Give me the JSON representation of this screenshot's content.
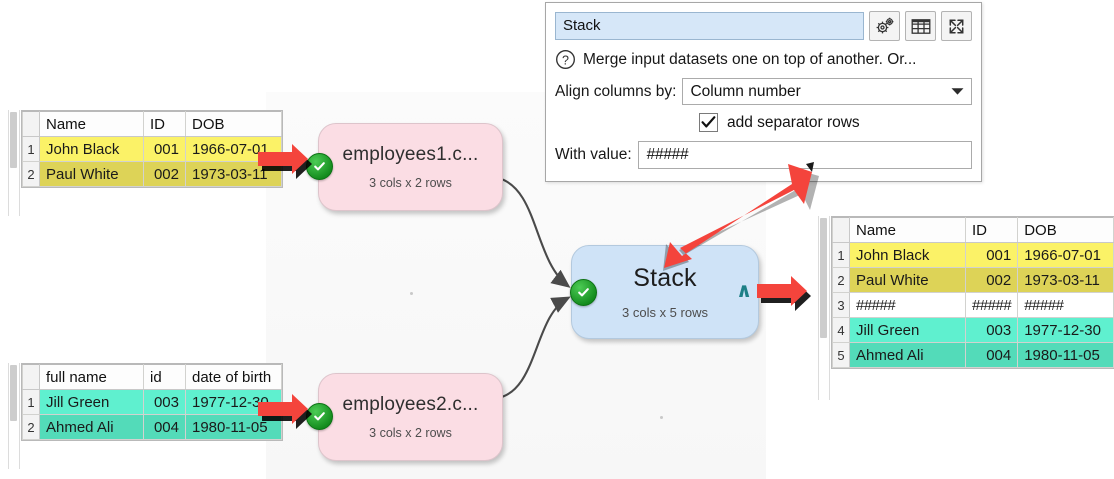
{
  "panel": {
    "name_value": "Stack",
    "buttons": [
      {
        "name": "settings-gears-button",
        "icon": "gears-icon",
        "label": ""
      },
      {
        "name": "table-view-button",
        "icon": "table-grid-icon",
        "label": ""
      },
      {
        "name": "expand-button",
        "icon": "expand-arrows-icon",
        "label": ""
      }
    ],
    "help_icon": "question-mark-icon",
    "help_text": "Merge input datasets one on top of another. Or...",
    "align_label": "Align columns by:",
    "align_value": "Column number",
    "align_options": [
      "Column number"
    ],
    "separator_checkbox_label": "add separator rows",
    "separator_checked": true,
    "with_value_label": "With value:",
    "with_value_value": "#####"
  },
  "nodes": [
    {
      "id": "employees1",
      "title": "employees1.c...",
      "subtitle": "3 cols x 2 rows",
      "status": "ok",
      "color": "#fbdde4"
    },
    {
      "id": "employees2",
      "title": "employees2.c...",
      "subtitle": "3 cols x 2 rows",
      "status": "ok",
      "color": "#fbdde4"
    },
    {
      "id": "stack",
      "title": "Stack",
      "subtitle": "3 cols x 5 rows",
      "status": "ok",
      "color": "#cfe3f7",
      "caret": "∧"
    }
  ],
  "tables": {
    "input1": {
      "headers": [
        "Name",
        "ID",
        "DOB"
      ],
      "rows": [
        {
          "n": "1",
          "cells": [
            "John Black",
            "001",
            "1966-07-01"
          ]
        },
        {
          "n": "2",
          "cells": [
            "Paul White",
            "002",
            "1973-03-11"
          ]
        }
      ]
    },
    "input2": {
      "headers": [
        "full name",
        "id",
        "date of birth"
      ],
      "rows": [
        {
          "n": "1",
          "cells": [
            "Jill Green",
            "003",
            "1977-12-30"
          ]
        },
        {
          "n": "2",
          "cells": [
            "Ahmed Ali",
            "004",
            "1980-11-05"
          ]
        }
      ]
    },
    "output": {
      "headers": [
        "Name",
        "ID",
        "DOB"
      ],
      "rows": [
        {
          "n": "1",
          "cells": [
            "John Black",
            "001",
            "1966-07-01"
          ]
        },
        {
          "n": "2",
          "cells": [
            "Paul White",
            "002",
            "1973-03-11"
          ]
        },
        {
          "n": "3",
          "cells": [
            "#####",
            "#####",
            "#####"
          ]
        },
        {
          "n": "4",
          "cells": [
            "Jill Green",
            "003",
            "1977-12-30"
          ]
        },
        {
          "n": "5",
          "cells": [
            "Ahmed Ali",
            "004",
            "1980-11-05"
          ]
        }
      ]
    }
  },
  "colors": {
    "yellow_row": "#fbf267",
    "yellow_row_alt": "#ddd357",
    "teal_row": "#5ff0cf",
    "teal_row_alt": "#53dbb9",
    "node_pink": "#fbdde4",
    "node_blue": "#cfe3f7",
    "annotation_red": "#f4443c",
    "status_green": "#14901f",
    "caret_teal": "#1d7f86"
  },
  "annotations": [
    {
      "name": "arrow-to-employees1",
      "direction": "right"
    },
    {
      "name": "arrow-to-employees2",
      "direction": "right"
    },
    {
      "name": "arrow-to-output-table",
      "direction": "right"
    },
    {
      "name": "arrow-from-with-value-to-stack",
      "direction": "down-left"
    }
  ]
}
